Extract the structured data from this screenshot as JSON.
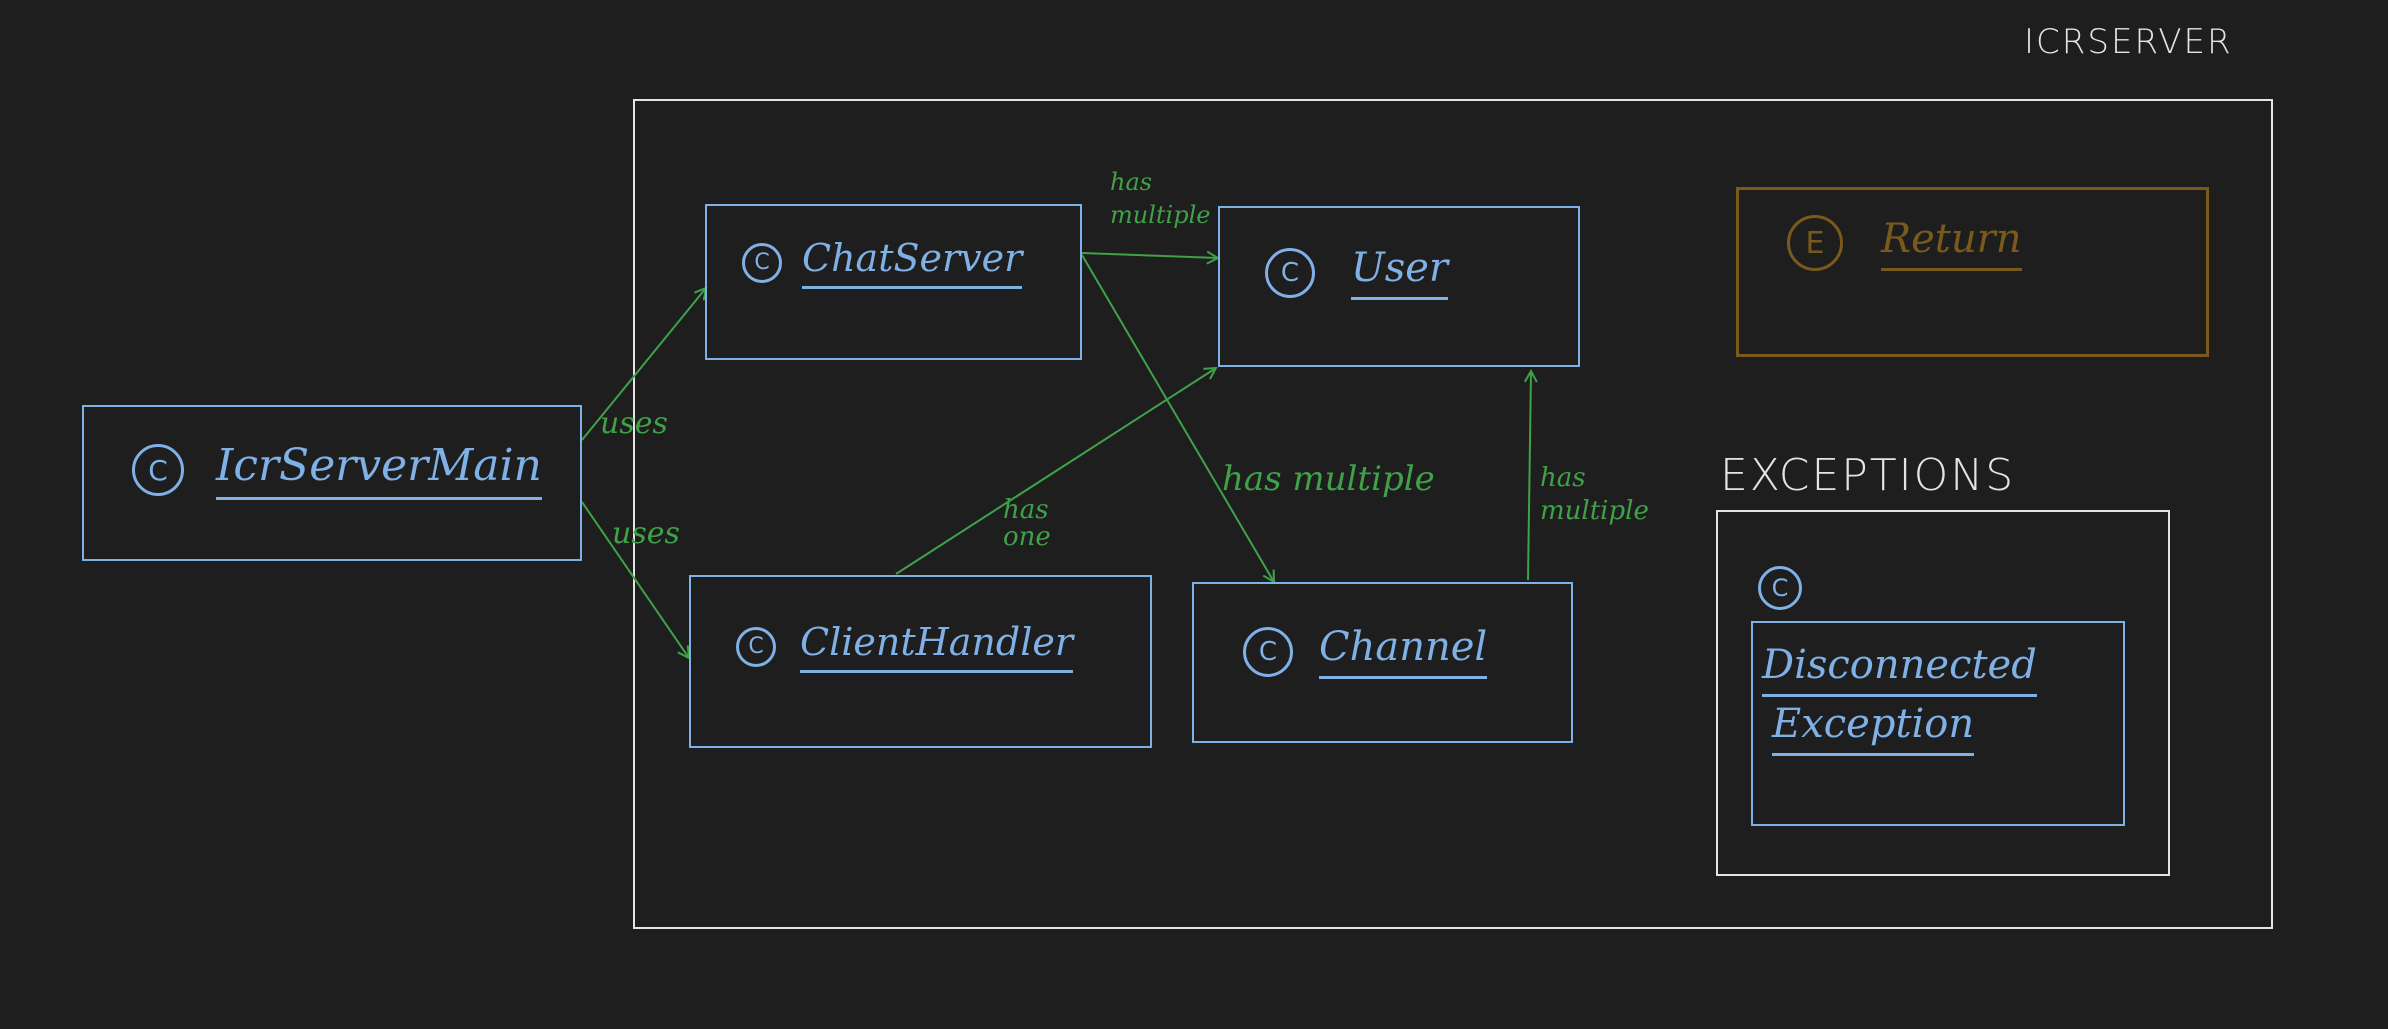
{
  "title": "ICRSERVER",
  "exceptions_title": "EXCEPTIONS",
  "colors": {
    "background": "#1f1e1e",
    "class_blue": "#7fb0e6",
    "frame_white": "#e4e4e4",
    "arrow_green": "#3fa148",
    "enum_gold": "#7a5a1c"
  },
  "classes": {
    "icr_server_main": {
      "icon": "C",
      "name": "IcrServerMain"
    },
    "chat_server": {
      "icon": "C",
      "name": "ChatServer"
    },
    "user": {
      "icon": "C",
      "name": "User"
    },
    "client_handler": {
      "icon": "C",
      "name": "ClientHandler"
    },
    "channel": {
      "icon": "C",
      "name": "Channel"
    },
    "return_enum": {
      "icon": "E",
      "name": "Return"
    },
    "disconnected_exception": {
      "icon": "C",
      "name_line1": "Disconnected",
      "name_line2": "Exception"
    }
  },
  "relations": {
    "main_uses_chat": "uses",
    "main_uses_client": "uses",
    "chat_has_users_line1": "has",
    "chat_has_users_line2": "multiple",
    "chat_has_channels": "has multiple",
    "client_has_user_line1": "has",
    "client_has_user_line2": "one",
    "channel_has_users_line1": "has",
    "channel_has_users_line2": "multiple"
  }
}
